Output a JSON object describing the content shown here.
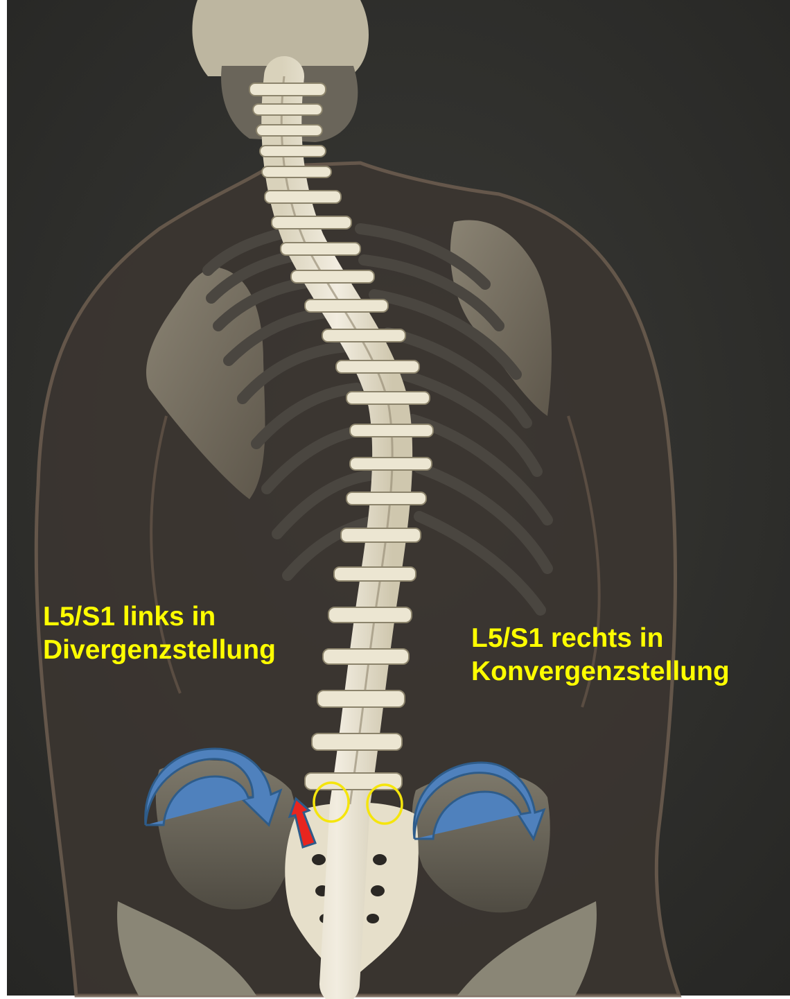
{
  "annotations": {
    "left": {
      "line1": "L5/S1 links in",
      "line2": "Divergenzstellung"
    },
    "right": {
      "line1": "L5/S1 rechts in",
      "line2": "Konvergenzstellung"
    }
  },
  "colors": {
    "label_text": "#FFFF00",
    "curved_arrow": "#4F81BD",
    "curved_arrow_outline": "#2E5C8A",
    "red_arrow": "#E8251F",
    "marker_circle": "#F5E50C",
    "background": "#343431",
    "bone": "#ECE6D2",
    "bone_shadow": "#B8AF95",
    "body_outline": "#6E5E50"
  },
  "icons": [
    "left-curved-arrow-icon",
    "right-curved-arrow-icon",
    "red-arrow-icon"
  ]
}
